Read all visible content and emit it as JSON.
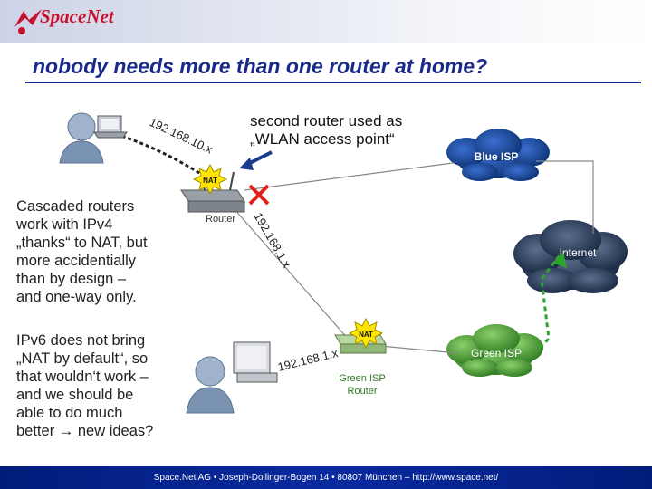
{
  "header": {
    "logo_text": "SpaceNet"
  },
  "slide": {
    "title": "nobody needs more than one router at home?",
    "callout": [
      "second router used as",
      "„WLAN access point“"
    ],
    "paragraph1": [
      "Cascaded routers",
      "work with IPv4",
      "„thanks“ to NAT, but",
      "more accidentially",
      "than by design –",
      "and one-way only."
    ],
    "paragraph2": [
      "IPv6 does not bring",
      "„NAT by default“, so",
      "that wouldn‘t work –",
      "and we should be",
      "able to do much",
      "better  new ideas?"
    ],
    "arrow_glyph": "→"
  },
  "diagram": {
    "ip_10": "192.168.10.x",
    "ip_middle": "192.168.1.x",
    "ip_bottom": "192.168.1.x",
    "nat_label": "NAT",
    "nat_label_2": "NAT",
    "router_label": "Router",
    "blue_isp": "Blue ISP",
    "internet": "Internet",
    "green_isp": "Green ISP",
    "green_router": [
      "Green ISP",
      "Router"
    ],
    "colors": {
      "blue_cloud": "#0a2f6e",
      "green_cloud": "#3c8c2a",
      "dark_cloud": "#1c2e48",
      "green_link": "#2ea52e",
      "block_x": "#e0201a"
    }
  },
  "footer": {
    "text": "Space.Net AG • Joseph-Dollinger-Bogen 14 • 80807 München – http://www.space.net/"
  }
}
